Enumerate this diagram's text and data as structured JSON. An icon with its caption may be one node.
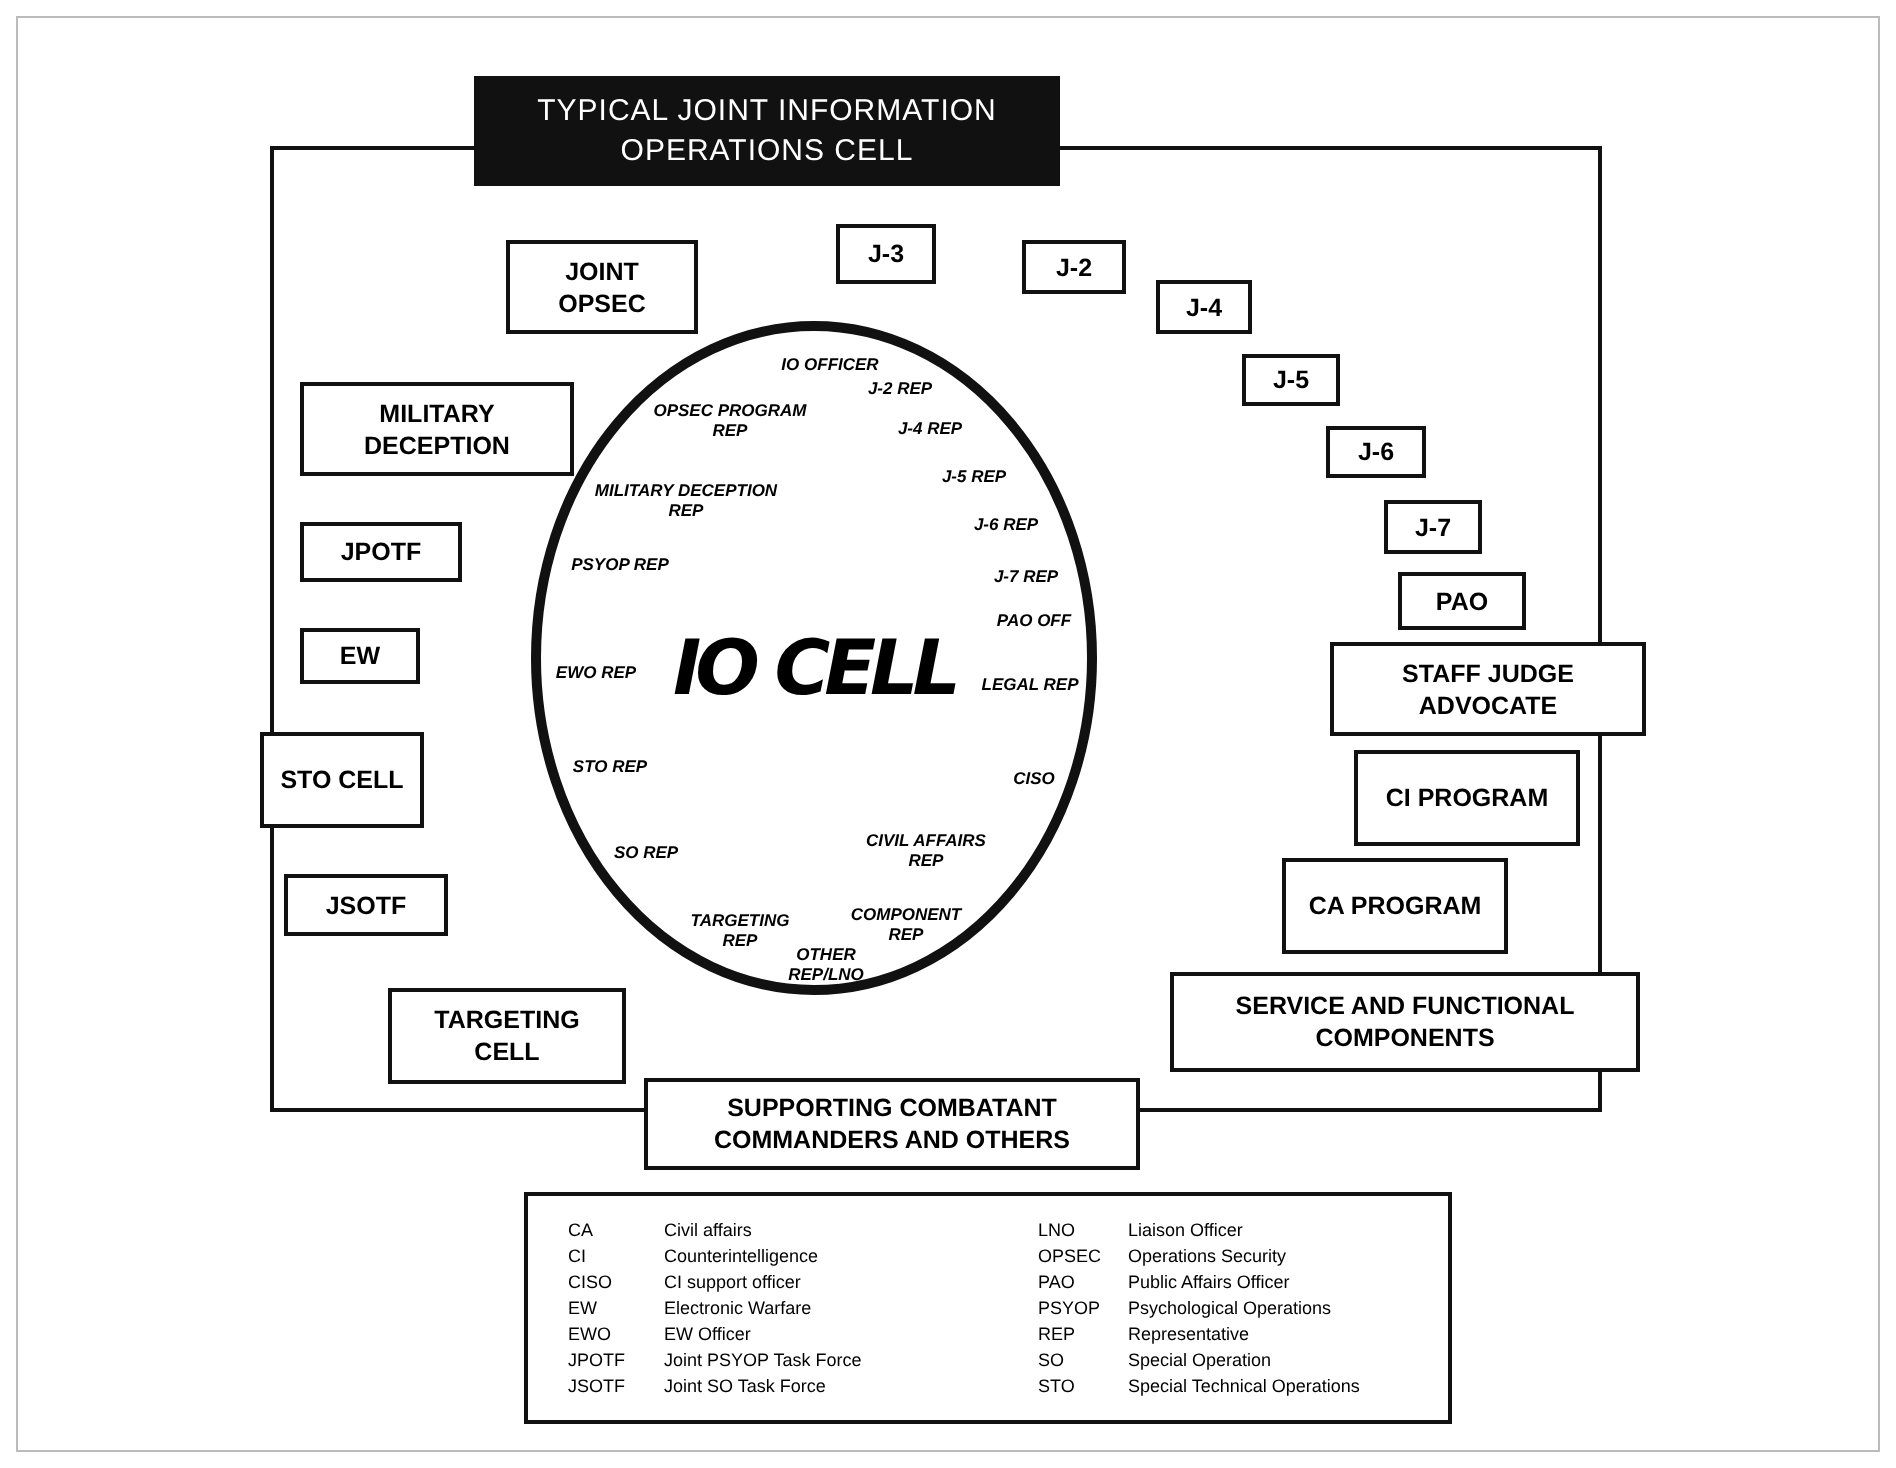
{
  "diagram": {
    "title": "TYPICAL JOINT INFORMATION OPERATIONS CELL",
    "nodes": [
      {
        "text": [
          "JOINT OPSEC"
        ]
      },
      {
        "text": [
          "J-3"
        ]
      },
      {
        "text": [
          "J-2"
        ]
      },
      {
        "text": [
          "J-4"
        ]
      },
      {
        "text": [
          "MILITARY DECEPTION"
        ]
      },
      {
        "text": [
          "J-5"
        ]
      },
      {
        "text": [
          "J-6"
        ]
      },
      {
        "text": [
          "JPOTF"
        ]
      },
      {
        "text": [
          "J-7"
        ]
      },
      {
        "text": [
          "PAO"
        ]
      },
      {
        "text": [
          "EW"
        ]
      },
      {
        "text": [
          "IO OFFICER",
          "J-2 REP",
          "OPSEC PROGRAM REP",
          "J-4 REP",
          "MILITARY DECEPTION REP",
          "J-5 REP",
          "J-6 REP",
          "PSYOP REP",
          "J-7 REP",
          "PAO OFF",
          "IO CELL",
          "EWO REP",
          "LEGAL REP",
          "STO REP",
          "CISO",
          "SO REP",
          "CIVIL AFFAIRS REP",
          "TARGETING REP",
          "COMPONENT REP",
          "OTHER REP/LNO"
        ]
      },
      {
        "text": [
          "STAFF JUDGE ADVOCATE"
        ]
      },
      {
        "text": [
          "STO CELL"
        ]
      },
      {
        "text": [
          "CI PROGRAM"
        ]
      },
      {
        "text": [
          "JSOTF"
        ]
      },
      {
        "text": [
          "CA PROGRAM"
        ]
      },
      {
        "text": [
          "TARGETING CELL"
        ]
      },
      {
        "text": [
          "SERVICE AND FUNCTIONAL COMPONENTS"
        ]
      },
      {
        "text": [
          "SUPPORTING COMBATANT COMMANDERS AND OTHERS"
        ]
      }
    ],
    "labels": [
      "CA",
      "Civil affairs",
      "LNO",
      "Liaison Officer",
      "CI",
      "Counterintelligence",
      "OPSEC",
      "Operations Security",
      "CISO",
      "CI support officer",
      "PAO",
      "Public Affairs Officer",
      "EW",
      "Electronic Warfare",
      "PSYOP",
      "Psychological Operations",
      "EWO",
      "EW Officer",
      "REP",
      "Representative",
      "JPOTF",
      "Joint PSYOP Task Force",
      "SO",
      "Special Operation",
      "JSOTF",
      "Joint SO Task Force",
      "STO",
      "Special Technical Operations"
    ]
  }
}
